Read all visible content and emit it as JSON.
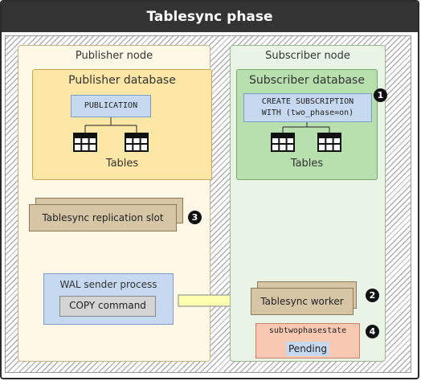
{
  "title": "Tablesync phase",
  "publisher": {
    "node_label": "Publisher node",
    "database_label": "Publisher database",
    "publication_label": "PUBLICATION",
    "tables_label": "Tables",
    "slot_label": "Tablesync replication slot",
    "wal_sender_label": "WAL sender process",
    "copy_label": "COPY command"
  },
  "subscriber": {
    "node_label": "Subscriber node",
    "database_label": "Subscriber database",
    "subscription_line1": "CREATE SUBSCRIPTION",
    "subscription_line2": "WITH (two_phase=on)",
    "tables_label": "Tables",
    "worker_label": "Tablesync worker",
    "state_label": "subtwophasestate",
    "state_value": "Pending"
  },
  "markers": [
    "1",
    "2",
    "3",
    "4"
  ],
  "icons": [
    "table-icon",
    "arrow-right-icon"
  ],
  "colors": {
    "title_bar": "#333333",
    "publisher_node": "#fff8e6",
    "publisher_db": "#fde7a6",
    "subscriber_node": "#e9f4e6",
    "subscriber_db": "#b8dfae",
    "blue_box": "#c7d9f0",
    "tan_box": "#d6c6a6",
    "state_box": "#f8c9b2",
    "arrow_fill": "#ffffb0"
  }
}
